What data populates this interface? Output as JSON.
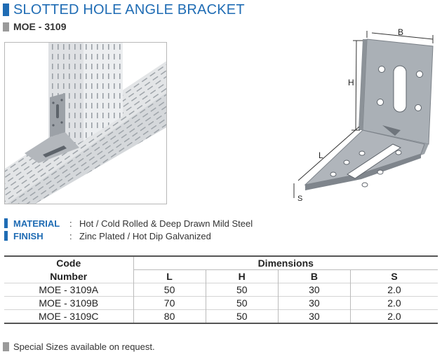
{
  "header": {
    "title": "SLOTTED HOLE ANGLE BRACKET",
    "model": "MOE - 3109"
  },
  "specs": [
    {
      "label": "MATERIAL",
      "separator": ":",
      "value": "Hot / Cold Rolled & Deep Drawn Mild Steel"
    },
    {
      "label": "FINISH",
      "separator": ":",
      "value": "Zinc Plated / Hot Dip Galvanized"
    }
  ],
  "diagram_labels": {
    "B": "B",
    "H": "H",
    "L": "L",
    "S": "S"
  },
  "table": {
    "code_header": [
      "Code",
      "Number"
    ],
    "group_header": "Dimensions",
    "columns": [
      "L",
      "H",
      "B",
      "S"
    ],
    "rows": [
      {
        "code": "MOE - 3109A",
        "L": "50",
        "H": "50",
        "B": "30",
        "S": "2.0"
      },
      {
        "code": "MOE - 3109B",
        "L": "70",
        "H": "50",
        "B": "30",
        "S": "2.0"
      },
      {
        "code": "MOE - 3109C",
        "L": "80",
        "H": "50",
        "B": "30",
        "S": "2.0"
      }
    ]
  },
  "note": "Special Sizes available on request.",
  "colors": {
    "accent": "#1f6cb4",
    "bar_gray": "#9a9a9a",
    "metal": "#a9adb3"
  }
}
